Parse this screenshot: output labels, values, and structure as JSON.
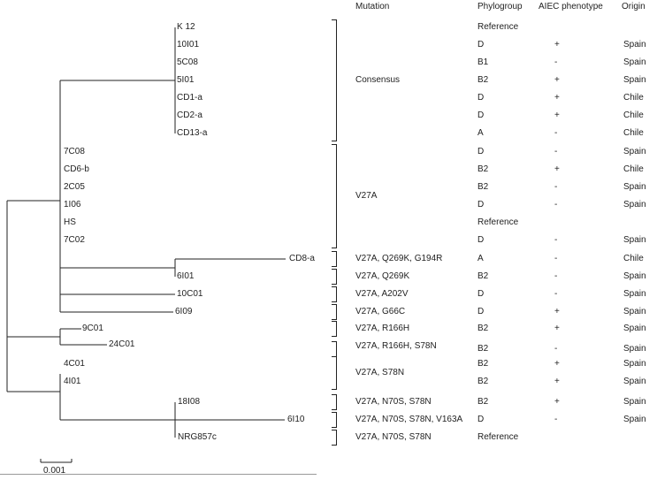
{
  "headers": {
    "mutation": "Mutation",
    "phylogroup": "Phylogroup",
    "aiec": "AIEC phenotype",
    "origin": "Origin"
  },
  "scale_label": "0.001",
  "taxa": [
    "K 12",
    "10I01",
    "5C08",
    "5I01",
    "CD1-a",
    "CD2-a",
    "CD13-a",
    "7C08",
    "CD6-b",
    "2C05",
    "1I06",
    "HS",
    "7C02",
    "CD8-a",
    "6I01",
    "10C01",
    "6I09",
    "9C01",
    "24C01",
    "4C01",
    "4I01",
    "18I08",
    "6I10",
    "NRG857c"
  ],
  "rows": [
    {
      "phylogroup": "Reference",
      "aiec": "",
      "origin": ""
    },
    {
      "phylogroup": "D",
      "aiec": "+",
      "origin": "Spain"
    },
    {
      "phylogroup": "B1",
      "aiec": "-",
      "origin": "Spain"
    },
    {
      "phylogroup": "B2",
      "aiec": "+",
      "origin": "Spain"
    },
    {
      "phylogroup": "D",
      "aiec": "+",
      "origin": "Chile"
    },
    {
      "phylogroup": "D",
      "aiec": "+",
      "origin": "Chile"
    },
    {
      "phylogroup": "A",
      "aiec": "-",
      "origin": "Chile"
    },
    {
      "phylogroup": "D",
      "aiec": "-",
      "origin": "Spain"
    },
    {
      "phylogroup": "B2",
      "aiec": "+",
      "origin": "Chile"
    },
    {
      "phylogroup": "B2",
      "aiec": "-",
      "origin": "Spain"
    },
    {
      "phylogroup": "D",
      "aiec": "-",
      "origin": "Spain"
    },
    {
      "phylogroup": "Reference",
      "aiec": "",
      "origin": ""
    },
    {
      "phylogroup": "D",
      "aiec": "-",
      "origin": "Spain"
    },
    {
      "phylogroup": "A",
      "aiec": "-",
      "origin": "Chile"
    },
    {
      "phylogroup": "B2",
      "aiec": "-",
      "origin": "Spain"
    },
    {
      "phylogroup": "D",
      "aiec": "-",
      "origin": "Spain"
    },
    {
      "phylogroup": "D",
      "aiec": "+",
      "origin": "Spain"
    },
    {
      "phylogroup": "B2",
      "aiec": "+",
      "origin": "Spain"
    },
    {
      "phylogroup": "B2",
      "aiec": "-",
      "origin": "Spain"
    },
    {
      "phylogroup": "B2",
      "aiec": "+",
      "origin": "Spain"
    },
    {
      "phylogroup": "B2",
      "aiec": "+",
      "origin": "Spain"
    },
    {
      "phylogroup": "B2",
      "aiec": "+",
      "origin": "Spain"
    },
    {
      "phylogroup": "D",
      "aiec": "-",
      "origin": "Spain"
    },
    {
      "phylogroup": "Reference",
      "aiec": "",
      "origin": ""
    }
  ],
  "groups": [
    {
      "mutation": "Consensus",
      "first": 0,
      "last": 6
    },
    {
      "mutation": "V27A",
      "first": 7,
      "last": 12
    },
    {
      "mutation": "V27A, Q269K, G194R",
      "first": 13,
      "last": 13
    },
    {
      "mutation": "V27A, Q269K",
      "first": 14,
      "last": 14
    },
    {
      "mutation": "V27A, A202V",
      "first": 15,
      "last": 15
    },
    {
      "mutation": "V27A, G66C",
      "first": 16,
      "last": 16
    },
    {
      "mutation": "V27A, R166H",
      "first": 17,
      "last": 17
    },
    {
      "mutation": "V27A, R166H, S78N",
      "first": 18,
      "last": 18
    },
    {
      "mutation": "V27A, S78N",
      "first": 19,
      "last": 20
    },
    {
      "mutation": "V27A, N70S, S78N",
      "first": 21,
      "last": 21
    },
    {
      "mutation": "V27A, N70S, S78N, V163A",
      "first": 22,
      "last": 22
    },
    {
      "mutation": "V27A, N70S, S78N",
      "first": 23,
      "last": 23
    }
  ]
}
